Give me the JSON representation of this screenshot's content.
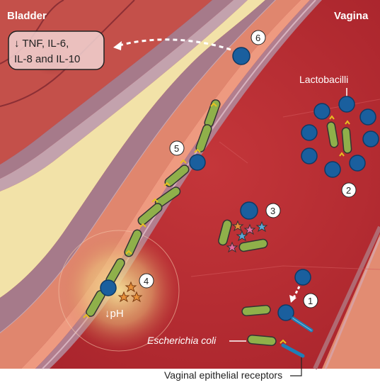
{
  "labels": {
    "bladder": "Bladder",
    "vagina": "Vagina",
    "cytokines_line1": "↓ TNF, IL-6,",
    "cytokines_line2": "IL-8 and IL-10",
    "lactobacilli": "Lactobacilli",
    "ecoli": "Escherichia coli",
    "ph": "↓pH",
    "receptors": "Vaginal epithelial receptors"
  },
  "steps": [
    "1",
    "2",
    "3",
    "4",
    "5",
    "6"
  ],
  "icons": {
    "lactobacillus": "blue-sphere-icon",
    "ecoli": "green-rod-bacterium-icon",
    "receptor": "receptor-icon",
    "metabolite": "star-icon"
  },
  "colors": {
    "vaginal_tissue": "#b42b2f",
    "bladder_tissue": "#c74a45",
    "lactobacillus": "#1a5f9e",
    "ecoli": "#8fb04a",
    "fimbriae": "#e8c020",
    "ph_glow": "#f6e39a"
  }
}
